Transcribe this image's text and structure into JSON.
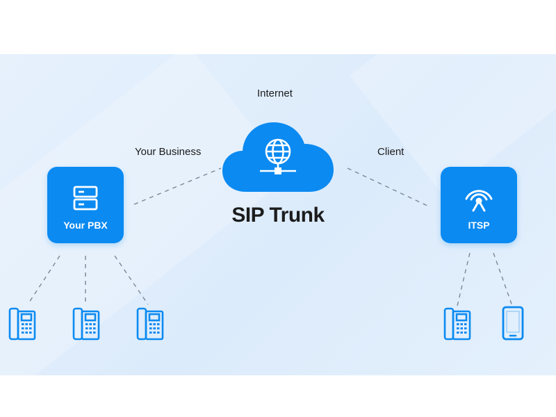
{
  "colors": {
    "accent": "#0b8af1",
    "connector": "#7a8694",
    "background": "#e2eefb"
  },
  "labels": {
    "internet": "Internet",
    "your_business": "Your Business",
    "client": "Client",
    "title": "SIP Trunk"
  },
  "nodes": {
    "pbx": {
      "label": "Your PBX",
      "icon": "server-icon"
    },
    "itsp": {
      "label": "ITSP",
      "icon": "antenna-icon"
    },
    "cloud": {
      "icon": "globe-network-icon"
    }
  },
  "devices": {
    "pbx_side": [
      "desk-phone-icon",
      "desk-phone-icon",
      "desk-phone-icon"
    ],
    "itsp_side": [
      "desk-phone-icon",
      "mobile-phone-icon"
    ]
  }
}
